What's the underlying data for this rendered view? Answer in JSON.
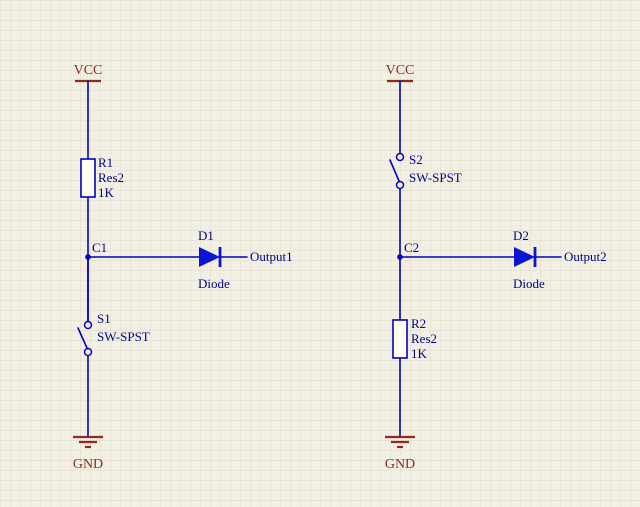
{
  "title": "Schematic: two switch-diode output circuits",
  "colors": {
    "background": "#f2efe4",
    "grid": "#e7e4d6",
    "wire": "#0202bc",
    "component_outline": "#0202bc",
    "component_fill": "#fffef2",
    "diode_fill": "#0a14d8",
    "label": "#000485",
    "power": "#8e2b1e"
  },
  "circuits": {
    "left": {
      "power": {
        "label": "VCC"
      },
      "resistor": {
        "ref": "R1",
        "part": "Res2",
        "value": "1K"
      },
      "net": {
        "label": "C1"
      },
      "diode": {
        "ref": "D1",
        "part": "Diode"
      },
      "output": {
        "label": "Output1"
      },
      "switch": {
        "ref": "S1",
        "part": "SW-SPST"
      },
      "ground": {
        "label": "GND"
      }
    },
    "right": {
      "power": {
        "label": "VCC"
      },
      "switch": {
        "ref": "S2",
        "part": "SW-SPST"
      },
      "net": {
        "label": "C2"
      },
      "diode": {
        "ref": "D2",
        "part": "Diode"
      },
      "output": {
        "label": "Output2"
      },
      "resistor": {
        "ref": "R2",
        "part": "Res2",
        "value": "1K"
      },
      "ground": {
        "label": "GND"
      }
    }
  }
}
